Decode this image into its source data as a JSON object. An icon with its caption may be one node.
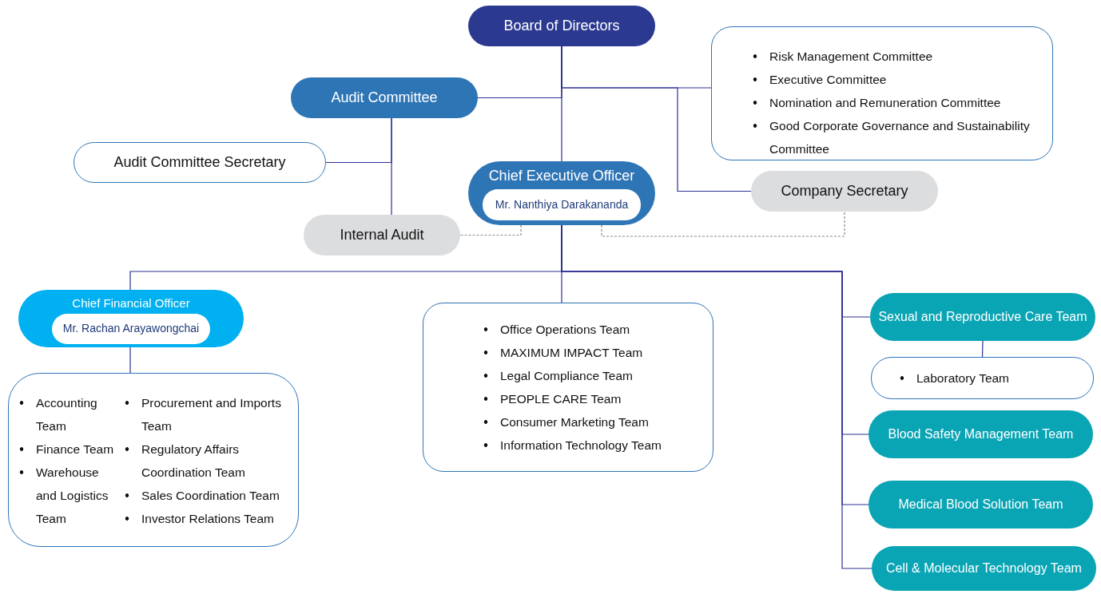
{
  "diagram": {
    "nodes": [
      {
        "text": [
          "Board of Directors"
        ]
      },
      {
        "text": [
          "Audit Committee"
        ]
      },
      {
        "text": [
          "Risk Management Committee",
          "Executive Committee",
          "Nomination and Remuneration Committee",
          "Good Corporate Governance and Sustainability Committee"
        ]
      },
      {
        "text": [
          "Audit Committee Secretary"
        ]
      },
      {
        "text": [
          "Internal Audit"
        ]
      },
      {
        "text": [
          "Chief Executive Officer"
        ]
      },
      {
        "text": [
          "Mr. Nanthiya Darakananda"
        ],
        "in": 5
      },
      {
        "text": [
          "Company Secretary"
        ]
      },
      {
        "text": [
          "Chief Financial Officer"
        ]
      },
      {
        "text": [
          "Mr. Rachan Arayawongchai"
        ],
        "in": 8
      },
      {
        "text": [
          "Accounting Team",
          "Finance Team",
          "Warehouse and Logistics Team",
          "Procurement and Imports Team",
          "Regulatory Affairs Coordination Team",
          "Sales Coordination Team",
          "Investor Relations Team"
        ]
      },
      {
        "text": [
          "Office Operations Team",
          "MAXIMUM IMPACT Team",
          "Legal Compliance Team",
          "PEOPLE CARE Team",
          "Consumer Marketing Team",
          "Information Technology Team"
        ]
      },
      {
        "text": [
          "Sexual and Reproductive Care Team"
        ]
      },
      {
        "text": [
          "Laboratory Team"
        ]
      },
      {
        "text": [
          "Blood Safety Management Team"
        ]
      },
      {
        "text": [
          "Medical Blood Solution Team"
        ]
      },
      {
        "text": [
          "Cell & Molecular Technology Team"
        ]
      }
    ],
    "edges": [
      {
        "from": 0,
        "to": 1,
        "arrow": "none"
      },
      {
        "from": 0,
        "to": 2,
        "arrow": "none"
      },
      {
        "from": 0,
        "to": 7,
        "arrow": "none"
      },
      {
        "from": 0,
        "to": 5,
        "arrow": "none"
      },
      {
        "from": 1,
        "to": 3,
        "arrow": "none"
      },
      {
        "from": 1,
        "to": 4,
        "arrow": "none"
      },
      {
        "from": 5,
        "to": 4,
        "arrow": "none",
        "style": "dashed",
        "color": "#8c8c8c"
      },
      {
        "from": 5,
        "to": 7,
        "arrow": "none",
        "style": "dashed",
        "color": "#8c8c8c"
      },
      {
        "from": 5,
        "to": 8,
        "arrow": "none"
      },
      {
        "from": 5,
        "to": 11,
        "arrow": "none"
      },
      {
        "from": 5,
        "to": 12,
        "arrow": "none"
      },
      {
        "from": 5,
        "to": 14,
        "arrow": "none"
      },
      {
        "from": 5,
        "to": 15,
        "arrow": "none"
      },
      {
        "from": 5,
        "to": 16,
        "arrow": "none"
      },
      {
        "from": 8,
        "to": 10,
        "arrow": "none"
      },
      {
        "from": 12,
        "to": 13,
        "arrow": "none"
      }
    ]
  }
}
